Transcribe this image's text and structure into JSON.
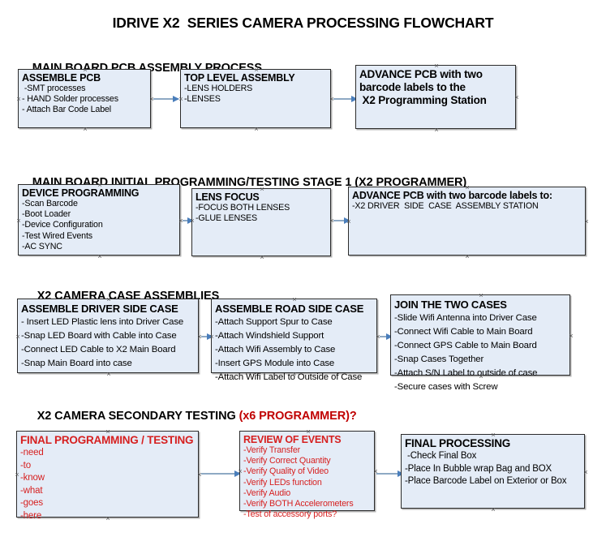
{
  "document": {
    "title": "IDRIVE X2  SERIES CAMERA PROCESSING FLOWCHART"
  },
  "sections": [
    {
      "id": "main-board-pcb-assembly-process",
      "title": "MAIN BOARD PCB ASSEMBLY PROCESS",
      "accent": "",
      "nodes": [
        {
          "id": "assemble-pcb",
          "title": "ASSEMBLE PCB",
          "lines": [
            " -SMT processes",
            "- HAND Solder processes",
            "- Attach Bar Code Label"
          ]
        },
        {
          "id": "top-level-assembly",
          "title": "TOP LEVEL ASSEMBLY",
          "lines": [
            "-LENS HOLDERS",
            "-LENSES"
          ]
        },
        {
          "id": "advance-pcb-programming-station",
          "title": "ADVANCE PCB with two",
          "lines": [
            "barcode labels to the",
            " X2 Programming Station"
          ]
        }
      ]
    },
    {
      "id": "main-board-initial-programming",
      "title": "MAIN BOARD INITIAL PROGRAMMING/TESTING STAGE 1 (X2 PROGRAMMER)",
      "accent": "",
      "nodes": [
        {
          "id": "device-programming",
          "title": "DEVICE PROGRAMMING",
          "lines": [
            "-Scan Barcode",
            "-Boot Loader",
            "-Device Configuration",
            "-Test Wired Events",
            "-AC SYNC"
          ]
        },
        {
          "id": "lens-focus",
          "title": "LENS FOCUS",
          "lines": [
            "-FOCUS BOTH LENSES",
            "-GLUE LENSES"
          ]
        },
        {
          "id": "advance-pcb-driver-side-case",
          "title": "ADVANCE PCB with two barcode labels to:",
          "lines": [
            "-X2 DRIVER  SIDE  CASE  ASSEMBLY STATION"
          ]
        }
      ]
    },
    {
      "id": "x2-camera-case-assemblies",
      "title": "X2 CAMERA CASE ASSEMBLIES",
      "accent": "",
      "nodes": [
        {
          "id": "assemble-driver-side-case",
          "title": "ASSEMBLE DRIVER SIDE CASE",
          "lines": [
            "- Insert LED Plastic lens into Driver Case",
            "-Snap LED Board with Cable into Case",
            "-Connect LED Cable to X2 Main Board",
            "-Snap Main Board into case"
          ]
        },
        {
          "id": "assemble-road-side-case",
          "title": "ASSEMBLE ROAD SIDE CASE",
          "lines": [
            "-Attach Support Spur to Case",
            "-Attach Windshield Support",
            "-Attach Wifi Assembly to Case",
            "-Insert GPS Module into Case",
            "-Attach Wifi Label to Outside of Case"
          ]
        },
        {
          "id": "join-the-two-cases",
          "title": "JOIN THE TWO CASES",
          "lines": [
            "-Slide Wifi Antenna into Driver Case",
            "-Connect Wifi Cable to Main Board",
            "-Connect GPS Cable to Main Board",
            "-Snap Cases Together",
            "-Attach S/N Label to outside of case",
            "-Secure cases with Screw"
          ]
        }
      ]
    },
    {
      "id": "x2-camera-secondary-testing",
      "title": "X2 CAMERA SECONDARY TESTING ",
      "accent": "(x6 PROGRAMMER)?",
      "nodes": [
        {
          "id": "final-programming-testing",
          "title": "FINAL PROGRAMMING / TESTING",
          "lines": [
            "-need",
            "-to",
            "-know",
            "-what",
            "-goes",
            "-here"
          ]
        },
        {
          "id": "review-of-events",
          "title": "REVIEW OF EVENTS",
          "lines": [
            "-Verify Transfer",
            "-Verify Correct Quantity",
            "-Verify Quality of Video",
            "-Verify LEDs function",
            "-Verify Audio",
            "-Verify BOTH Accelerometers",
            "-Test of accessory ports?"
          ]
        },
        {
          "id": "final-processing",
          "title": "FINAL PROCESSING",
          "lines": [
            " -Check Final Box",
            "-Place In Bubble wrap Bag and BOX",
            "-Place Barcode Label on Exterior or Box"
          ]
        }
      ]
    }
  ],
  "colors": {
    "node_fill": "#e4ecf7",
    "node_border": "#2b2b2b",
    "connector": "#8ea9c4",
    "arrowhead": "#4a7ebb",
    "accent_red": "#c00000",
    "red_text": "#d61f1f",
    "text": "#000000",
    "background": "#ffffff"
  }
}
